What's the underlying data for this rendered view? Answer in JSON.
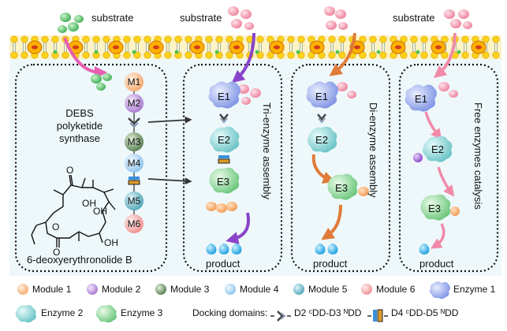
{
  "labels": {
    "substrate": "substrate",
    "product": "product",
    "debs": [
      "DEBS",
      "polyketide",
      "synthase"
    ],
    "final_product": "6-deoxyerythronolide B",
    "tri": "Tri-enzyme assembly",
    "di": "Di-enzyme assembly",
    "free": "Free enzymes catalysis",
    "oh": "OH",
    "o": "O"
  },
  "modules": [
    "M1",
    "M2",
    "M3",
    "M4",
    "M5",
    "M6"
  ],
  "enzymes": {
    "e1": "E1",
    "e2": "E2",
    "e3": "E3"
  },
  "legend": {
    "module1": "Module 1",
    "module2": "Module 2",
    "module3": "Module 3",
    "module4": "Module 4",
    "module5": "Module 5",
    "module6": "Module 6",
    "enzyme1": "Enzyme 1",
    "enzyme2": "Enzyme 2",
    "enzyme3": "Enzyme 3",
    "docking": "Docking domains:",
    "dock1": "D2 ᶜDD-D3 ᴺDD",
    "dock2": "D4 ᶜDD-D5 ᴺDD"
  },
  "colors": {
    "module1": "#f7b98b",
    "module2": "#b58ad6",
    "module3": "#6d8f66",
    "module4": "#a9d3f2",
    "module5": "#69b3c4",
    "module6": "#f4a7a7",
    "enzyme1": "#8fa2e8",
    "enzyme2": "#8fd0d0",
    "enzyme3": "#8fd79a",
    "membrane": "#fddc3a",
    "lipid_head": "#ffd21a",
    "arrow_pink": "#e95bb0",
    "arrow_purple": "#8a44c9",
    "arrow_orange": "#e07b39"
  }
}
